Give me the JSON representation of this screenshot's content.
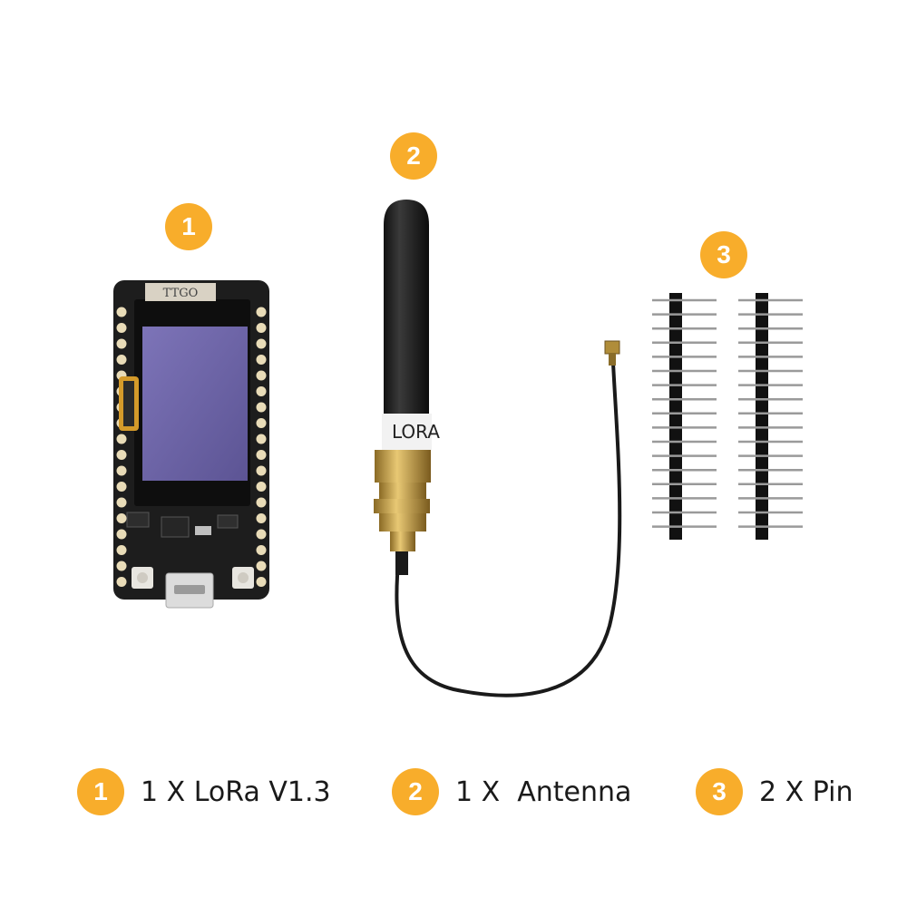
{
  "markers": {
    "board": "1",
    "antenna": "2",
    "pins": "3"
  },
  "board": {
    "silk_label": "TTGO"
  },
  "antenna": {
    "sleeve_label": "LORA"
  },
  "captions": [
    {
      "number": "1",
      "text": "1 X LoRa V1.3"
    },
    {
      "number": "2",
      "text": "1 X  Antenna"
    },
    {
      "number": "3",
      "text": "2 X Pin"
    }
  ],
  "colors": {
    "accent": "#f8ad2b",
    "pcb": "#1b1b1b",
    "screen": "#6e65a6",
    "gold": "#c9a24a"
  }
}
